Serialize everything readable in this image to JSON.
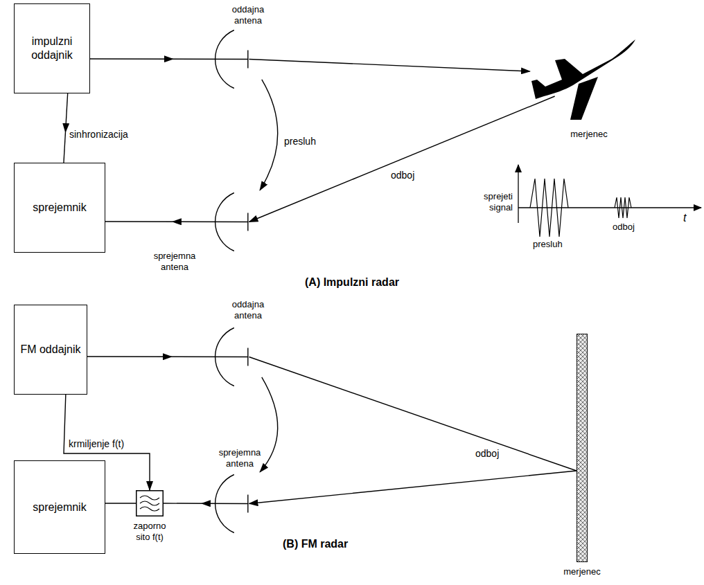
{
  "diagram": {
    "nodes": [
      {
        "text": [
          "impulzni oddajnik"
        ]
      },
      {
        "text": [
          "oddajna antena"
        ]
      },
      {
        "text": [
          "merjenec"
        ]
      },
      {
        "text": [
          "sprejemnik"
        ]
      },
      {
        "text": [
          "sprejemna antena"
        ]
      },
      {
        "text": [
          "FM oddajnik"
        ]
      },
      {
        "text": [
          "oddajna antena"
        ]
      },
      {
        "text": [
          "merjenec"
        ]
      },
      {
        "text": [
          "sprejemnik"
        ]
      },
      {
        "text": [
          "zaporno sito f(t)"
        ]
      },
      {
        "text": [
          "sprejemna antena"
        ]
      }
    ],
    "edges": [
      {
        "from": 0,
        "to": 1,
        "arrow": "to"
      },
      {
        "from": 0,
        "to": 3,
        "label": "sinhronizacija",
        "arrow": "to"
      },
      {
        "from": 1,
        "to": 2,
        "arrow": "to"
      },
      {
        "from": 2,
        "to": 4,
        "label": "odboj",
        "arrow": "to"
      },
      {
        "from": 1,
        "to": 4,
        "label": "presluh",
        "arrow": "to"
      },
      {
        "from": 4,
        "to": 3,
        "arrow": "to"
      },
      {
        "from": 5,
        "to": 6,
        "arrow": "to"
      },
      {
        "from": 5,
        "to": 9,
        "label": "krmiljenje f(t)",
        "arrow": "to"
      },
      {
        "from": 6,
        "to": 7,
        "arrow": "none"
      },
      {
        "from": 7,
        "to": 10,
        "label": "odboj",
        "arrow": "to"
      },
      {
        "from": 6,
        "to": 10,
        "arrow": "to"
      },
      {
        "from": 10,
        "to": 9,
        "arrow": "to"
      },
      {
        "from": 9,
        "to": 8,
        "arrow": "none"
      }
    ],
    "labels": [
      "sprejeti signal",
      "presluh",
      "odboj",
      "t",
      "(A) Impulzni radar",
      "(B) FM radar"
    ]
  }
}
